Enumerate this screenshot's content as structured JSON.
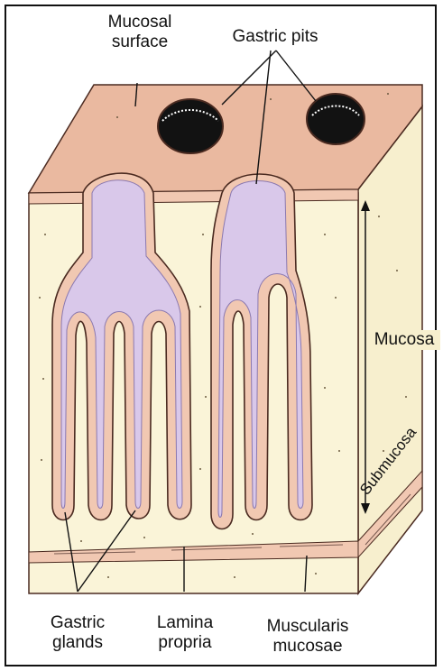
{
  "labels": {
    "mucosal_surface": "Mucosal\nsurface",
    "gastric_pits": "Gastric pits",
    "mucosa": "Mucosa",
    "submucosa": "Submucosa",
    "gastric_glands": "Gastric\nglands",
    "lamina_propria": "Lamina\npropria",
    "muscularis_mucosae": "Muscularis\nmucosae"
  },
  "colors": {
    "surface": "#eab9a0",
    "tissue": "#faf4d8",
    "side": "#f7efce",
    "lumen": "#d9c8ea",
    "gland_wall": "#f1c8b2",
    "outline": "#4a2a20",
    "pit": "#121212"
  }
}
